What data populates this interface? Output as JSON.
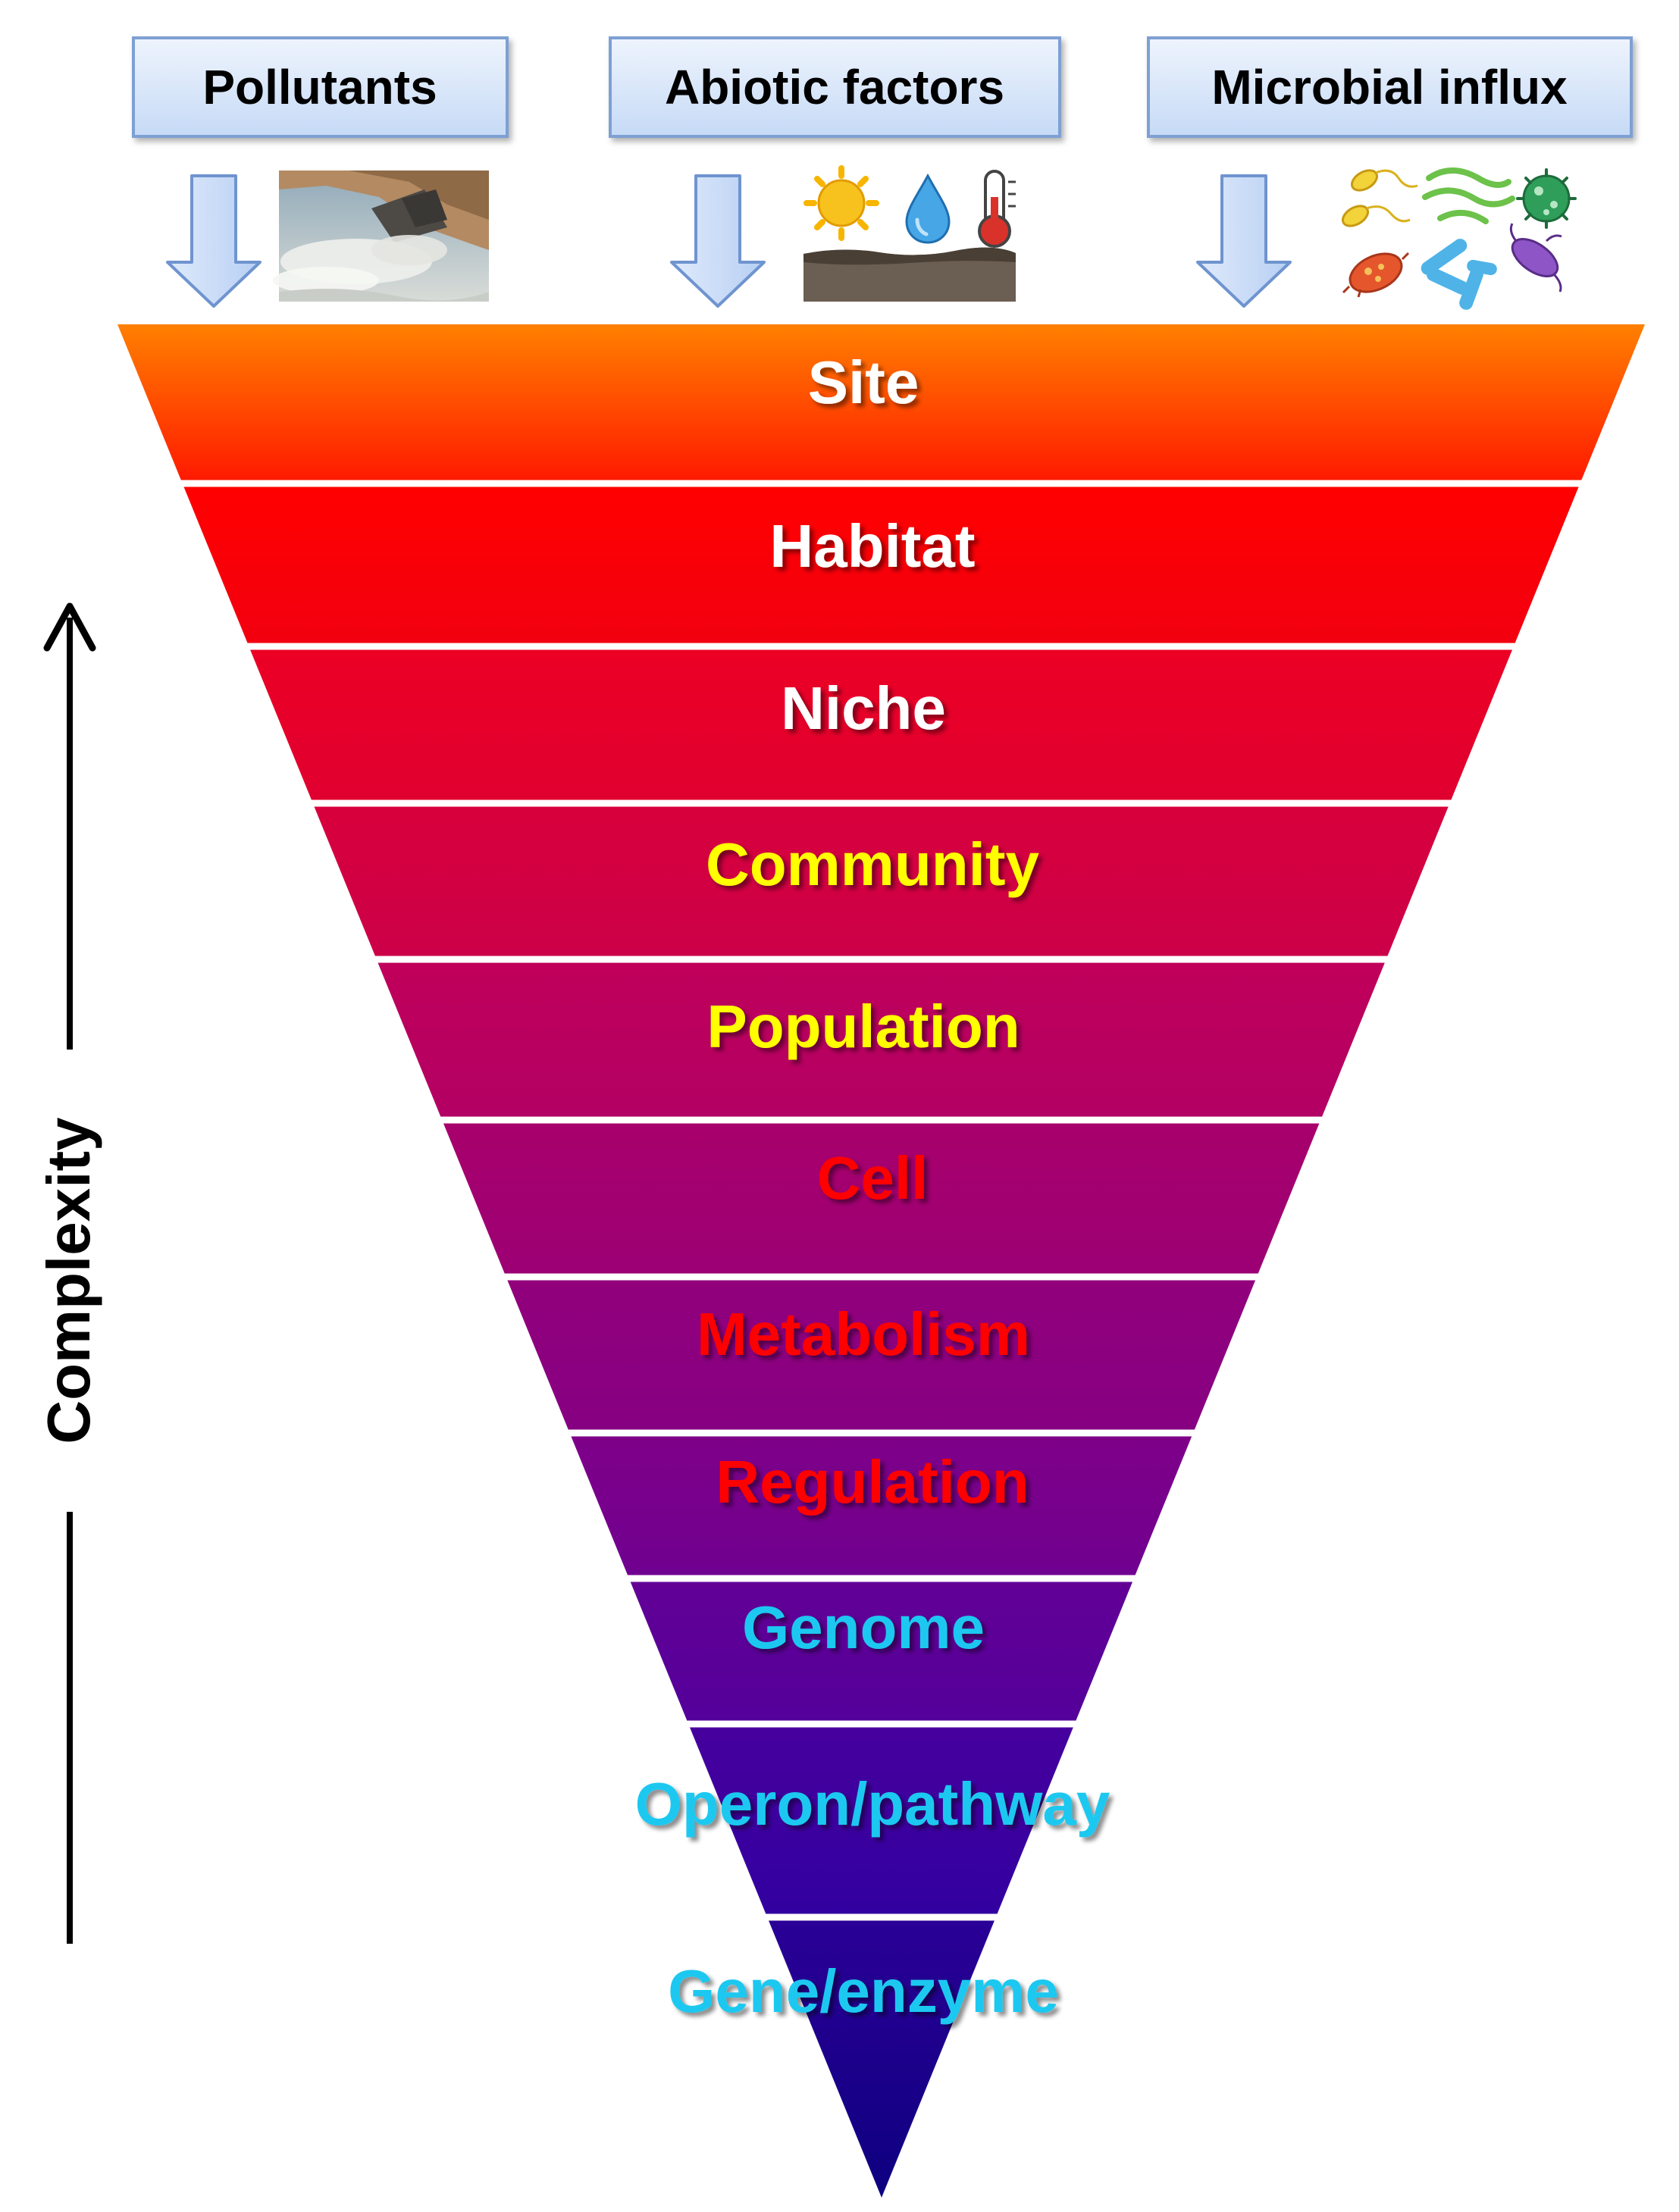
{
  "inputs": [
    {
      "label": "Pollutants",
      "icon": "wastewater-discharge-icon"
    },
    {
      "label": "Abiotic factors",
      "icon": "sun-water-thermometer-soil-icon"
    },
    {
      "label": "Microbial influx",
      "icon": "microbes-icon"
    }
  ],
  "levels": [
    {
      "label": "Site",
      "text_color": "#ffffff",
      "fill_top": "#ff8000",
      "fill_bottom": "#ff1a00"
    },
    {
      "label": "Habitat",
      "text_color": "#ffffff",
      "fill_top": "#ff0000",
      "fill_bottom": "#f20010"
    },
    {
      "label": "Niche",
      "text_color": "#ffffff",
      "fill_top": "#ec0024",
      "fill_bottom": "#e00030"
    },
    {
      "label": "Community",
      "text_color": "#ffff00",
      "fill_top": "#d8003c",
      "fill_bottom": "#cc0048"
    },
    {
      "label": "Population",
      "text_color": "#ffff00",
      "fill_top": "#c0005a",
      "fill_bottom": "#b30064"
    },
    {
      "label": "Cell",
      "text_color": "#ff0000",
      "fill_top": "#a8006c",
      "fill_bottom": "#9c0074"
    },
    {
      "label": "Metabolism",
      "text_color": "#ff0000",
      "fill_top": "#92007c",
      "fill_bottom": "#860082"
    },
    {
      "label": "Regulation",
      "text_color": "#ff0000",
      "fill_top": "#7e0088",
      "fill_bottom": "#700090"
    },
    {
      "label": "Genome",
      "text_color": "#1ec8f0",
      "fill_top": "#620096",
      "fill_bottom": "#54009a"
    },
    {
      "label": "Operon/pathway",
      "text_color": "#1ec8f0",
      "fill_top": "#46009e",
      "fill_bottom": "#3200a0"
    },
    {
      "label": "Gene/enzyme",
      "text_color": "#1ec8f0",
      "fill_top": "#2a0096",
      "fill_bottom": "#0e0080"
    }
  ],
  "axis": {
    "label": "Complexity"
  },
  "colors": {
    "box_fill": "#dce9fb",
    "box_stroke": "#7ea0d3",
    "arrow_fill": "#c9dcf7",
    "arrow_stroke": "#6f94cf"
  }
}
